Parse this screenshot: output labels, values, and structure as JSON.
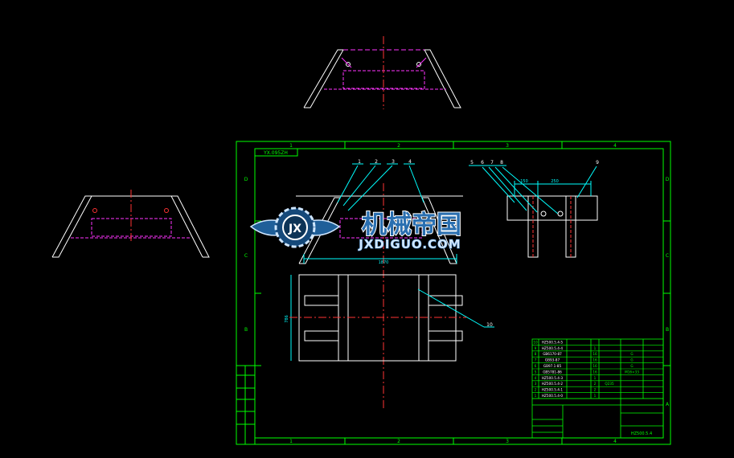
{
  "colors": {
    "background": "#000000",
    "frame": "#00ff00",
    "outline": "#ffffff",
    "hidden": "#ff33ff",
    "centerline": "#ff3333",
    "leader": "#00ffff",
    "dimension": "#00ffff",
    "callout": "#ffffff",
    "logo_text": "#2a6fb0",
    "logo_url": "#cfe6ff"
  },
  "drawing": {
    "title_block_code": "YX.095ZH",
    "zone_columns": [
      "1",
      "2",
      "3",
      "4"
    ],
    "zone_rows": [
      "D",
      "C",
      "B",
      "A"
    ],
    "callouts": [
      "1",
      "2",
      "3",
      "4",
      "5",
      "6",
      "7",
      "8",
      "9",
      "10"
    ],
    "dimensions": {
      "section_left": "150",
      "section_mid": "250",
      "overall_width": "1870",
      "plan_height": "786"
    }
  },
  "parts_list": {
    "rows": [
      [
        "10",
        "HZ500.5.4-5",
        "",
        "",
        "",
        ""
      ],
      [
        "9",
        "HZ500.5.4-4",
        "",
        "1",
        "",
        ""
      ],
      [
        "8",
        "GB6170-87",
        "",
        "16",
        "",
        "G"
      ],
      [
        "7",
        "GB93-87",
        "",
        "16",
        "",
        "G"
      ],
      [
        "6",
        "GB97.1-85",
        "",
        "16",
        "",
        "G"
      ],
      [
        "5",
        "GB5781-86",
        "",
        "16",
        "",
        "M16×33"
      ],
      [
        "4",
        "HZ500.5.4-3",
        "",
        "1",
        "",
        ""
      ],
      [
        "3",
        "HZ500.5.4-2",
        "",
        "2",
        "Q235",
        ""
      ],
      [
        "2",
        "HZ500.5.4-1",
        "",
        "2",
        "",
        ""
      ],
      [
        "1",
        "HZ500.5.4-0",
        "",
        "1",
        "",
        ""
      ]
    ],
    "footer_code": "HZ500.5.4"
  },
  "watermark": {
    "brand": "机械帝国",
    "url": "JXDIGUO.COM",
    "emblem": "JX"
  }
}
